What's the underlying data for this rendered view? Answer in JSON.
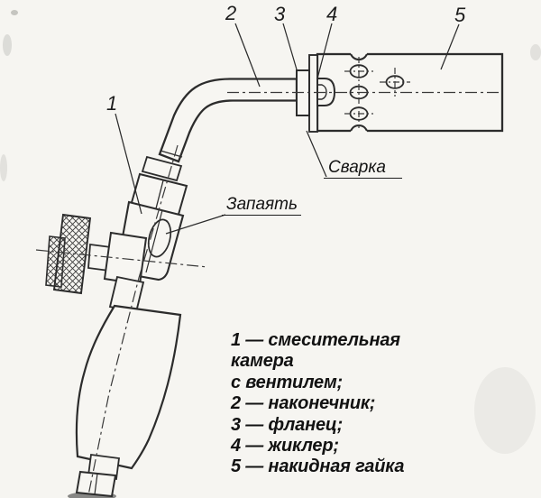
{
  "figure": {
    "kind": "technical line drawing",
    "colors": {
      "background": "#f6f5f1",
      "line": "#2c2c2c",
      "text": "#141414"
    }
  },
  "callouts": [
    {
      "number": "1"
    },
    {
      "number": "2"
    },
    {
      "number": "3"
    },
    {
      "number": "4"
    },
    {
      "number": "5"
    }
  ],
  "annotations": {
    "weld": "Сварка",
    "solder": "Запаять"
  },
  "legend": {
    "lines": [
      "1 — смесительная",
      "камера",
      "с вентилем;",
      "2 — наконечник;",
      "3 — фланец;",
      "4 — жиклер;",
      "5 — накидная гайка"
    ]
  }
}
